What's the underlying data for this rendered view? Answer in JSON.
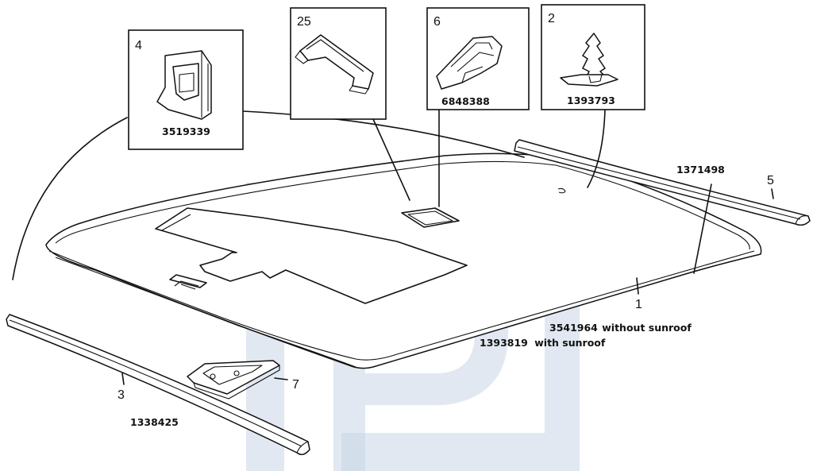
{
  "callouts": {
    "box4": {
      "number": "4",
      "part_no": "3519339"
    },
    "box25": {
      "number": "25"
    },
    "box6": {
      "number": "6",
      "part_no": "6848388"
    },
    "box2": {
      "number": "2",
      "part_no": "1393793"
    }
  },
  "parts": {
    "rail_right": {
      "number": "5",
      "part_no": "1371498"
    },
    "headliner": {
      "number": "1",
      "part_no_without": "3541964",
      "note_without": "without sunroof",
      "part_no_with": "1393819",
      "note_with": "with sunroof"
    },
    "rail_left": {
      "number": "3",
      "part_no": "1338425"
    },
    "cover": {
      "number": "7"
    }
  },
  "colors": {
    "line": "#111111",
    "watermark": "#c9d5e6"
  }
}
